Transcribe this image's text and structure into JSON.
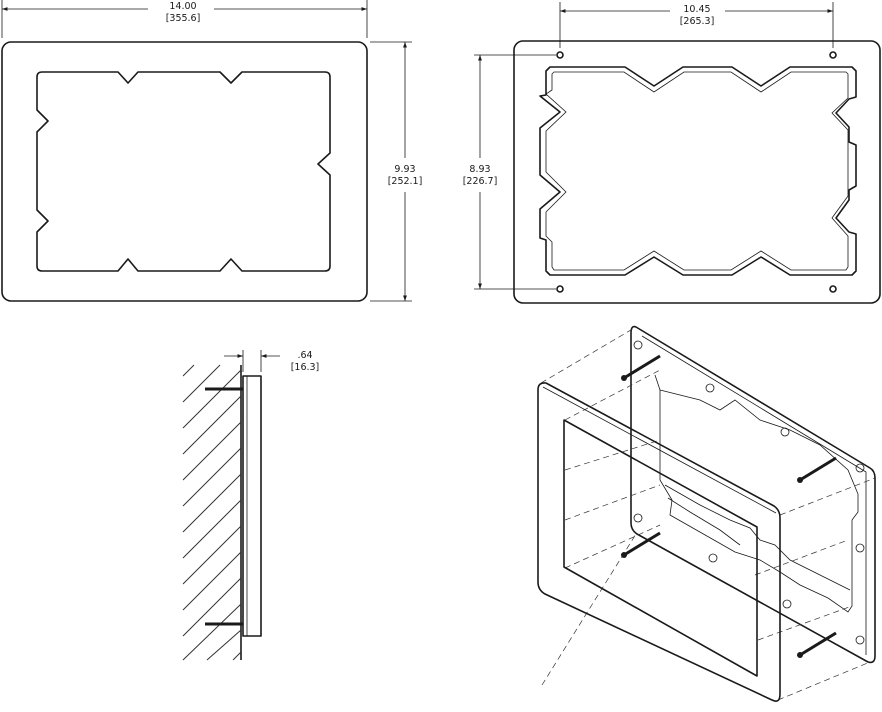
{
  "dimensions": {
    "outer_width": {
      "value": "14.00",
      "metric": "[355.6]"
    },
    "outer_height": {
      "value": "9.93",
      "metric": "[252.1]"
    },
    "hole_spacing_horizontal": {
      "value": "10.45",
      "metric": "[265.3]"
    },
    "hole_spacing_vertical": {
      "value": "8.93",
      "metric": "[226.7]"
    },
    "depth": {
      "value": ".64",
      "metric": "[16.3]"
    }
  }
}
